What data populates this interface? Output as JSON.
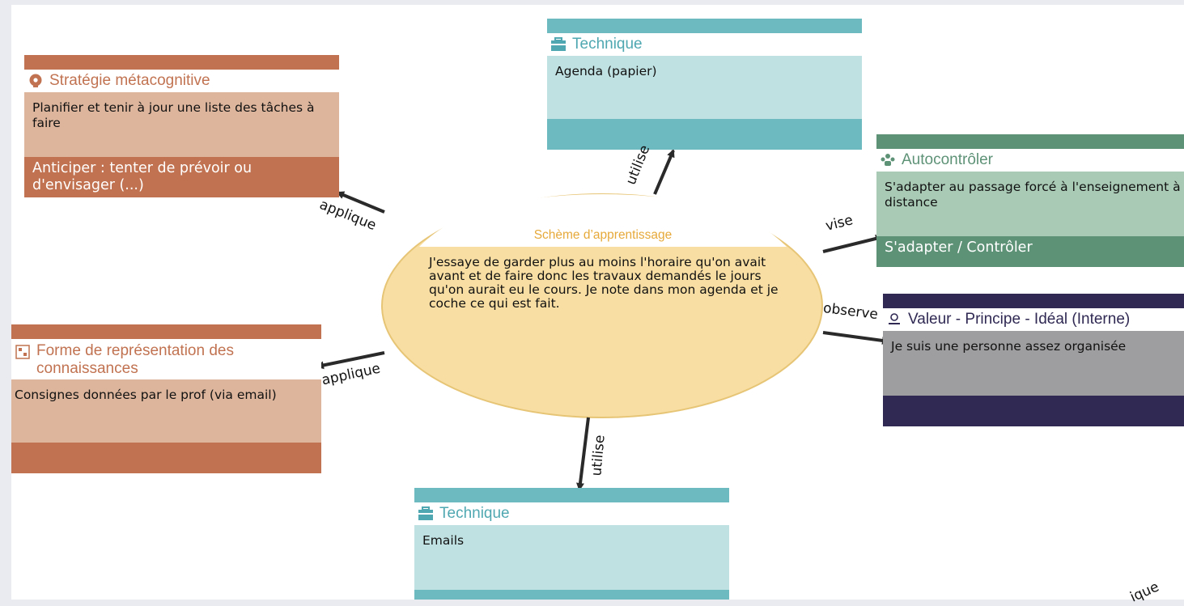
{
  "colors": {
    "metacog_dark": "#c17351",
    "metacog_light": "#ddb59c",
    "technique_dark": "#6dbac1",
    "technique_light": "#c0e1e2",
    "autocontrol_dark": "#5e9277",
    "autocontrol_light": "#a9cbb6",
    "valeur_dark": "#2f2953",
    "valeur_light": "#9e9d9f",
    "scheme_fill": "#f8dea2",
    "scheme_stroke": "#e7c576",
    "scheme_title": "#e6a93a"
  },
  "center": {
    "title": "Schème d’apprentissage",
    "text": "J'essaye de garder plus au moins l'horaire qu'on avait avant et de faire donc les travaux demandés le jours qu'on aurait eu le cours. Je note dans mon agenda et je coche ce qui est fait."
  },
  "nodes": {
    "metacog": {
      "icon": "head-gear-icon",
      "title": "Stratégie métacognitive",
      "content": "Planifier et tenir à jour une liste des tâches à faire",
      "footer": "Anticiper : tenter de prévoir ou d'envisager (...)"
    },
    "technique_top": {
      "icon": "toolbox-icon",
      "title": "Technique",
      "content": "Agenda (papier)"
    },
    "autocontrol": {
      "icon": "people-icon",
      "title": "Autocontrôler",
      "content": "S'adapter au passage forcé à l'enseignement à distance",
      "footer": "S'adapter / Contrôler"
    },
    "forme": {
      "icon": "grid-icon",
      "title": "Forme de représentation des connaissances",
      "content": "Consignes données par le prof (via email)"
    },
    "valeur": {
      "icon": "balance-icon",
      "title": "Valeur - Principe - Idéal (Interne)",
      "content": "Je suis une personne assez organisée"
    },
    "technique_bottom": {
      "icon": "toolbox-icon",
      "title": "Technique",
      "content": "Emails"
    }
  },
  "edges": {
    "applique_top": "applique",
    "utilise_top": "utilise",
    "vise": "vise",
    "observe": "observe",
    "applique_left": "applique",
    "utilise_bottom": "utilise",
    "partial_bottom_right": "ique"
  }
}
